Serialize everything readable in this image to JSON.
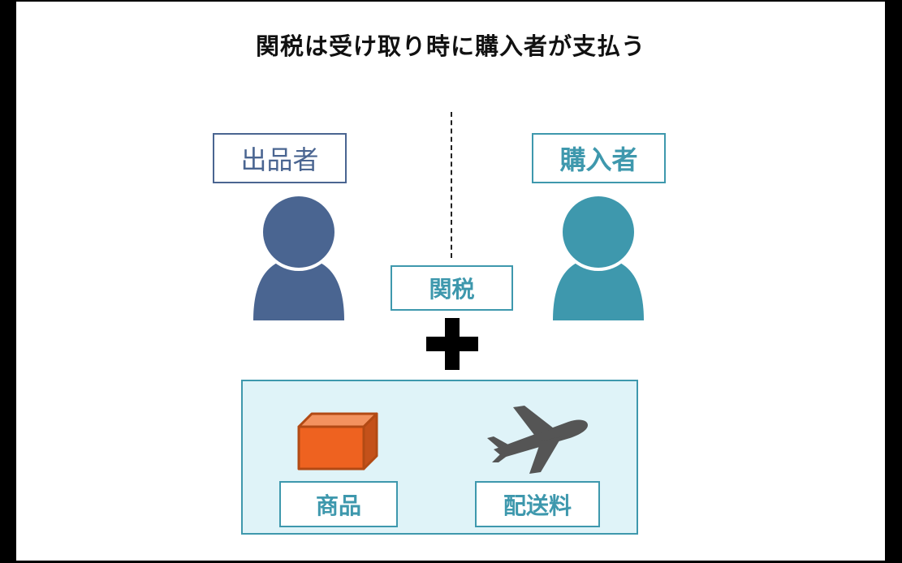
{
  "title": "関税は受け取り時に購入者が支払う",
  "seller": {
    "label": "出品者"
  },
  "buyer": {
    "label": "購入者"
  },
  "tax": {
    "label": "関税"
  },
  "items": {
    "goods_label": "商品",
    "shipping_label": "配送料"
  },
  "colors": {
    "seller": "#4a6591",
    "buyer": "#3e98ad",
    "panel_background": "#dff3f8",
    "box_front": "#ee6220",
    "box_top": "#f3925f",
    "box_side": "#c4511a",
    "plane": "#555555"
  },
  "icons": {
    "seller": "person-icon",
    "buyer": "person-icon",
    "plus": "plus-icon",
    "goods": "box-icon",
    "shipping": "airplane-icon"
  }
}
